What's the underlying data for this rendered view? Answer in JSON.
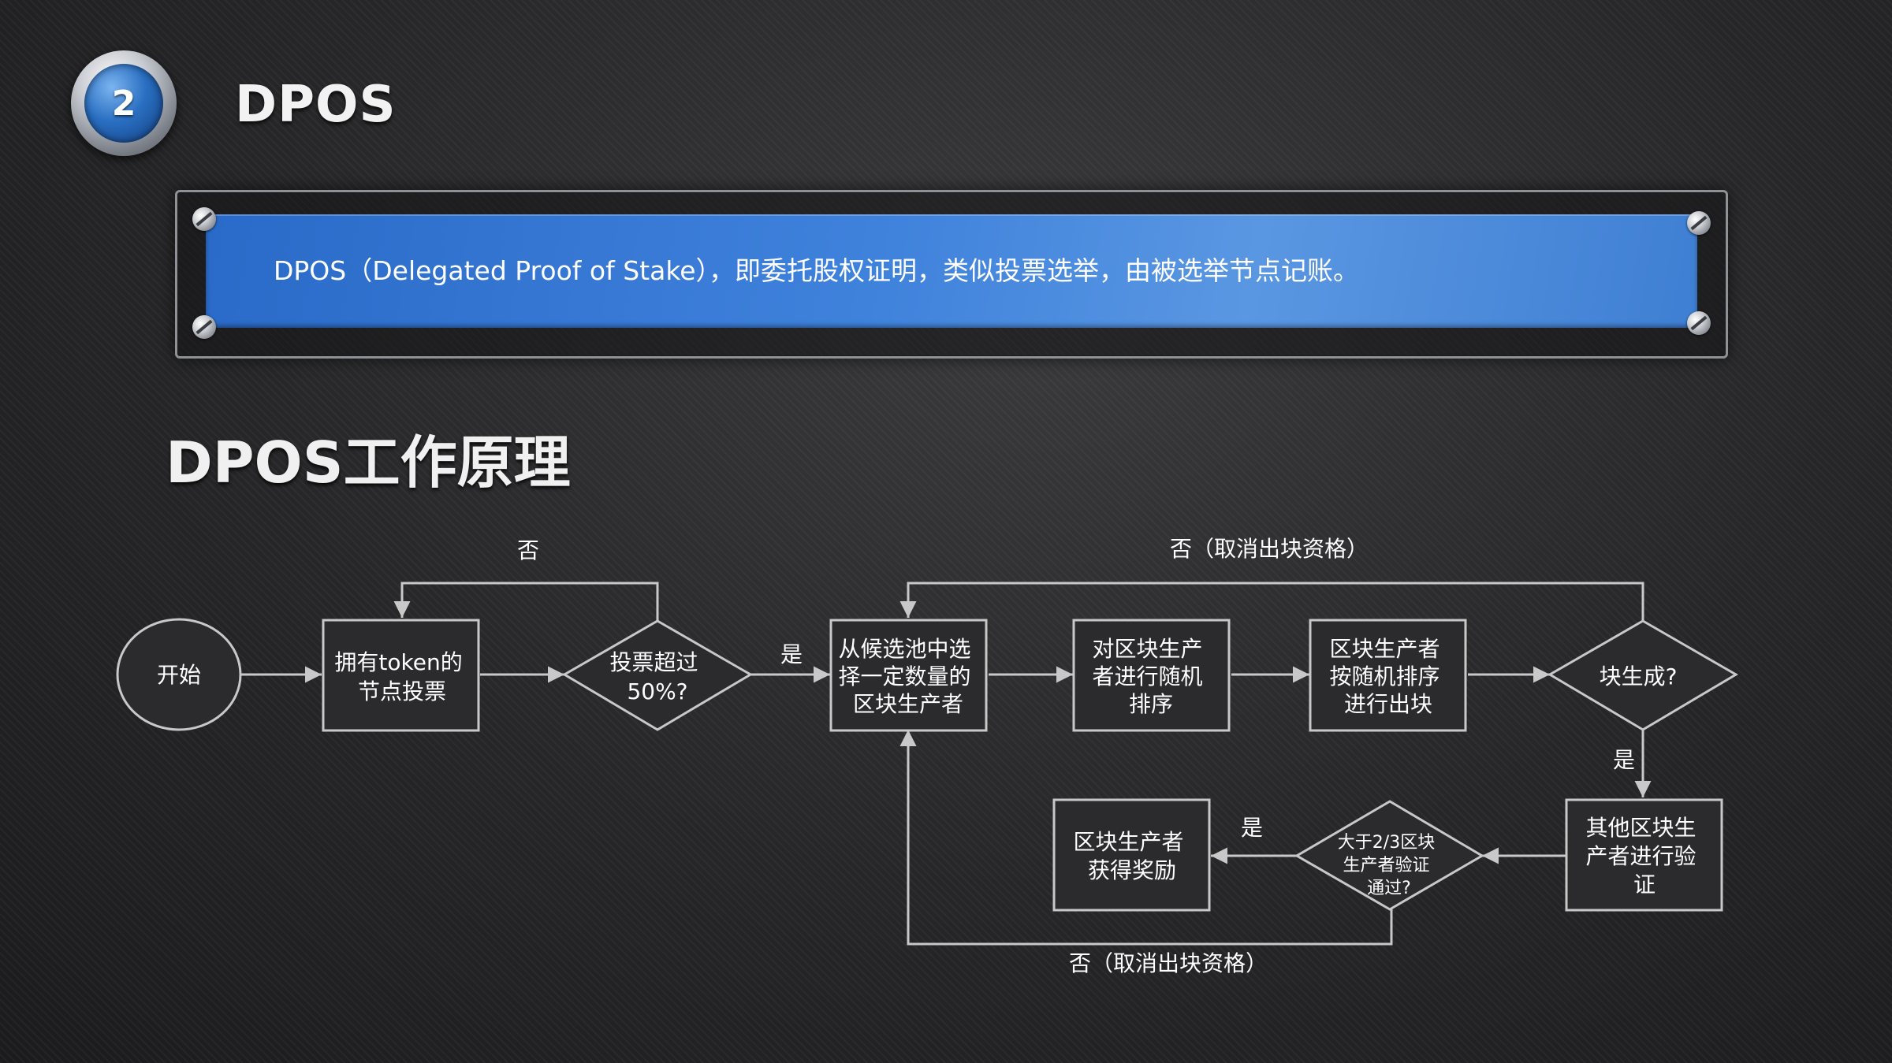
{
  "header": {
    "badge_number": "2",
    "title": "DPOS"
  },
  "banner": {
    "text": "DPOS（Delegated Proof of Stake），即委托股权证明，类似投票选举，由被选举节点记账。"
  },
  "section": {
    "title": "DPOS工作原理"
  },
  "flow": {
    "nodes": {
      "start": [
        "开始"
      ],
      "vote": [
        "拥有token的",
        "节点投票"
      ],
      "vote_check": [
        "投票超过",
        "50%?"
      ],
      "select": [
        "从候选池中选",
        "择一定数量的",
        "区块生产者"
      ],
      "sort": [
        "对区块生产",
        "者进行随机",
        "排序"
      ],
      "produce": [
        "区块生产者",
        "按随机排序",
        "进行出块"
      ],
      "block_check": [
        "块生成?"
      ],
      "verify": [
        "其他区块生",
        "产者进行验",
        "证"
      ],
      "verify_check": [
        "大于2/3区块",
        "生产者验证",
        "通过?"
      ],
      "reward": [
        "区块生产者",
        "获得奖励"
      ]
    },
    "labels": {
      "no_top_left": "否",
      "yes_vote": "是",
      "no_cancel_top": "否（取消出块资格）",
      "yes_block": "是",
      "yes_verify": "是",
      "no_cancel_bottom": "否（取消出块资格）"
    }
  }
}
